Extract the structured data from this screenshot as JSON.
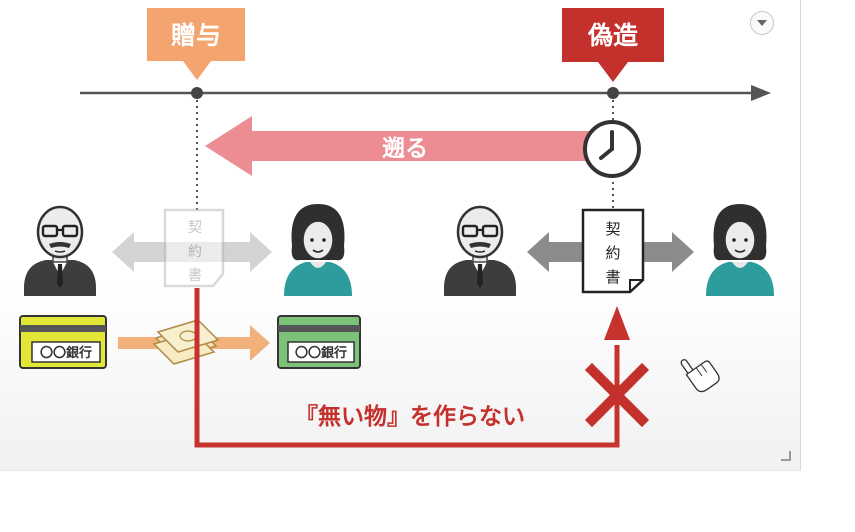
{
  "labels": {
    "gift": "贈与",
    "forgery": "偽造",
    "backdate": "遡る",
    "contract": [
      "契",
      "約",
      "書"
    ],
    "bank": "〇〇銀行",
    "slogan": "『無い物』を作らない"
  },
  "colors": {
    "gift": "#f4a46f",
    "forgery": "#c4302b",
    "backdate_arrow": "#ec8d94",
    "red_path": "#c6322e",
    "gray_arrow": "#8c8c8c",
    "faded_arrow": "#d3d3d3",
    "bank_card_left": "#e2e636",
    "bank_card_right": "#7dc279",
    "money_arrow": "#f2b07a",
    "shirt": "#2c9c9c"
  },
  "icons": [
    "menu-icon",
    "clock-icon",
    "money-icon",
    "cross-icon",
    "hand-cursor-icon",
    "grandfather-icon",
    "woman-icon"
  ]
}
